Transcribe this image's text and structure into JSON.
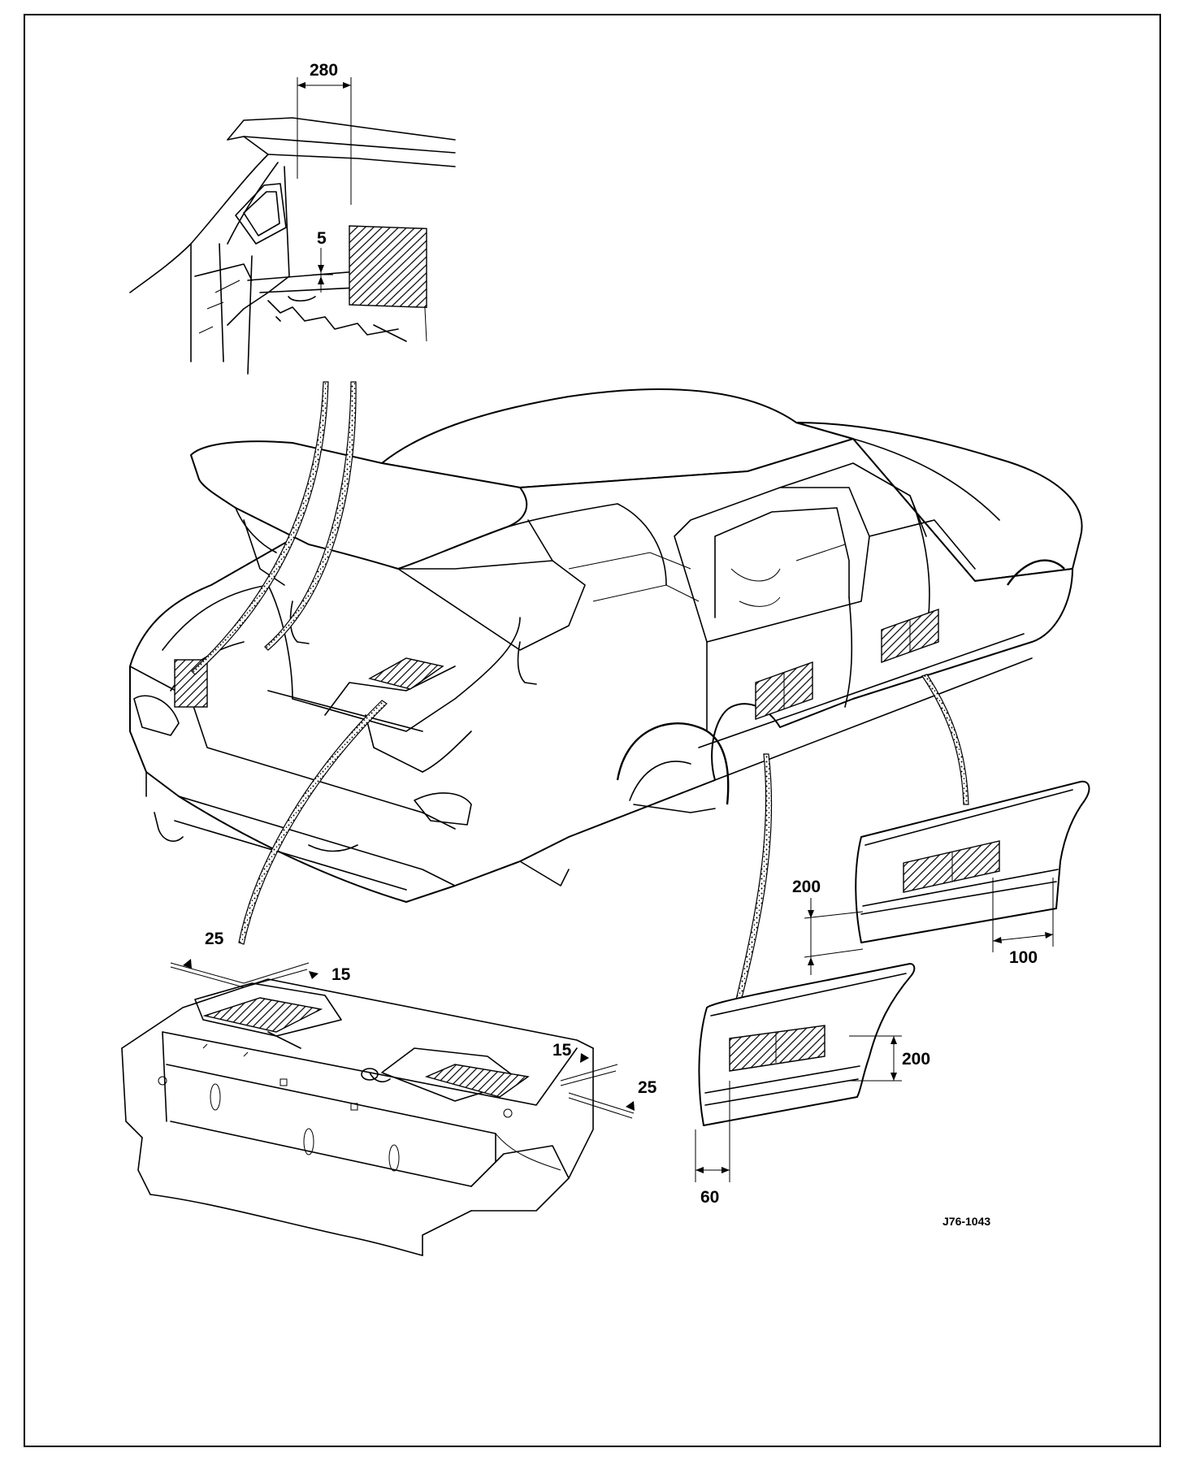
{
  "figure": {
    "reference": "J76-1043"
  },
  "dimensions": {
    "luggage_side_width": "280",
    "luggage_side_gap": "5",
    "floor_left_edge": "25",
    "floor_left_inset": "15",
    "floor_right_inset": "15",
    "floor_right_edge": "25",
    "front_door_height": "200",
    "front_door_rear_offset": "100",
    "rear_door_height": "200",
    "rear_door_front_offset": "60"
  },
  "colors": {
    "line": "#000000",
    "background": "#ffffff"
  }
}
